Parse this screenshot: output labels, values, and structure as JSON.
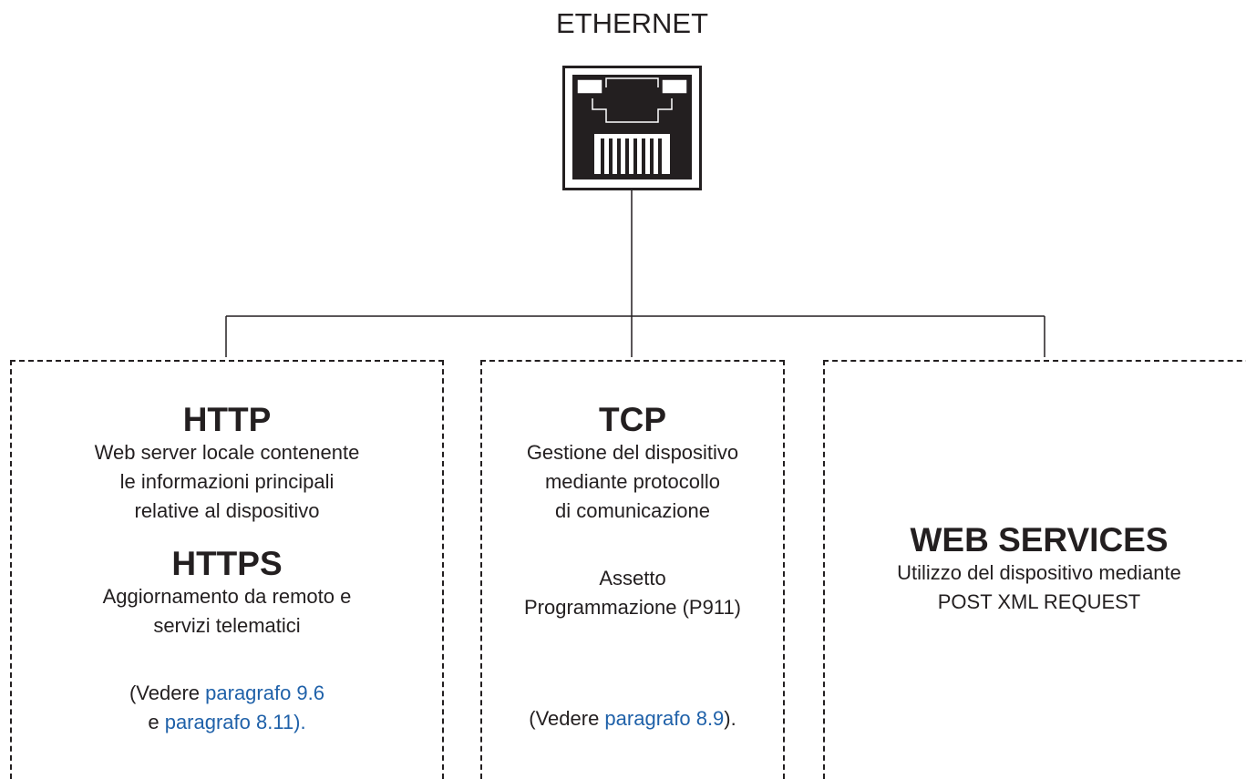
{
  "ethernet_label": "ETHERNET",
  "link_color": "#1f61a9",
  "icon": "ethernet-port-icon",
  "http": {
    "title": "HTTP",
    "lines": [
      "Web server locale contenente",
      "le informazioni principali",
      "relative al dispositivo"
    ]
  },
  "https": {
    "title": "HTTPS",
    "lines": [
      "Aggiornamento da remoto e",
      "servizi telematici"
    ],
    "ref_open": "(Vedere ",
    "ref_link1": "paragrafo 9.6",
    "ref_and": "e ",
    "ref_link2": "paragrafo 8.11)",
    "ref_close": "."
  },
  "tcp": {
    "title": "TCP",
    "lines": [
      "Gestione del dispositivo",
      "mediante protocollo",
      "di comunicazione"
    ],
    "setup_lines": [
      "Assetto",
      "Programmazione (P911)"
    ],
    "ref_open": "(Vedere ",
    "ref_link": "paragrafo 8.9",
    "ref_close": ")."
  },
  "web_services": {
    "title": "WEB SERVICES",
    "lines": [
      "Utilizzo del dispositivo mediante",
      "POST XML REQUEST"
    ]
  }
}
